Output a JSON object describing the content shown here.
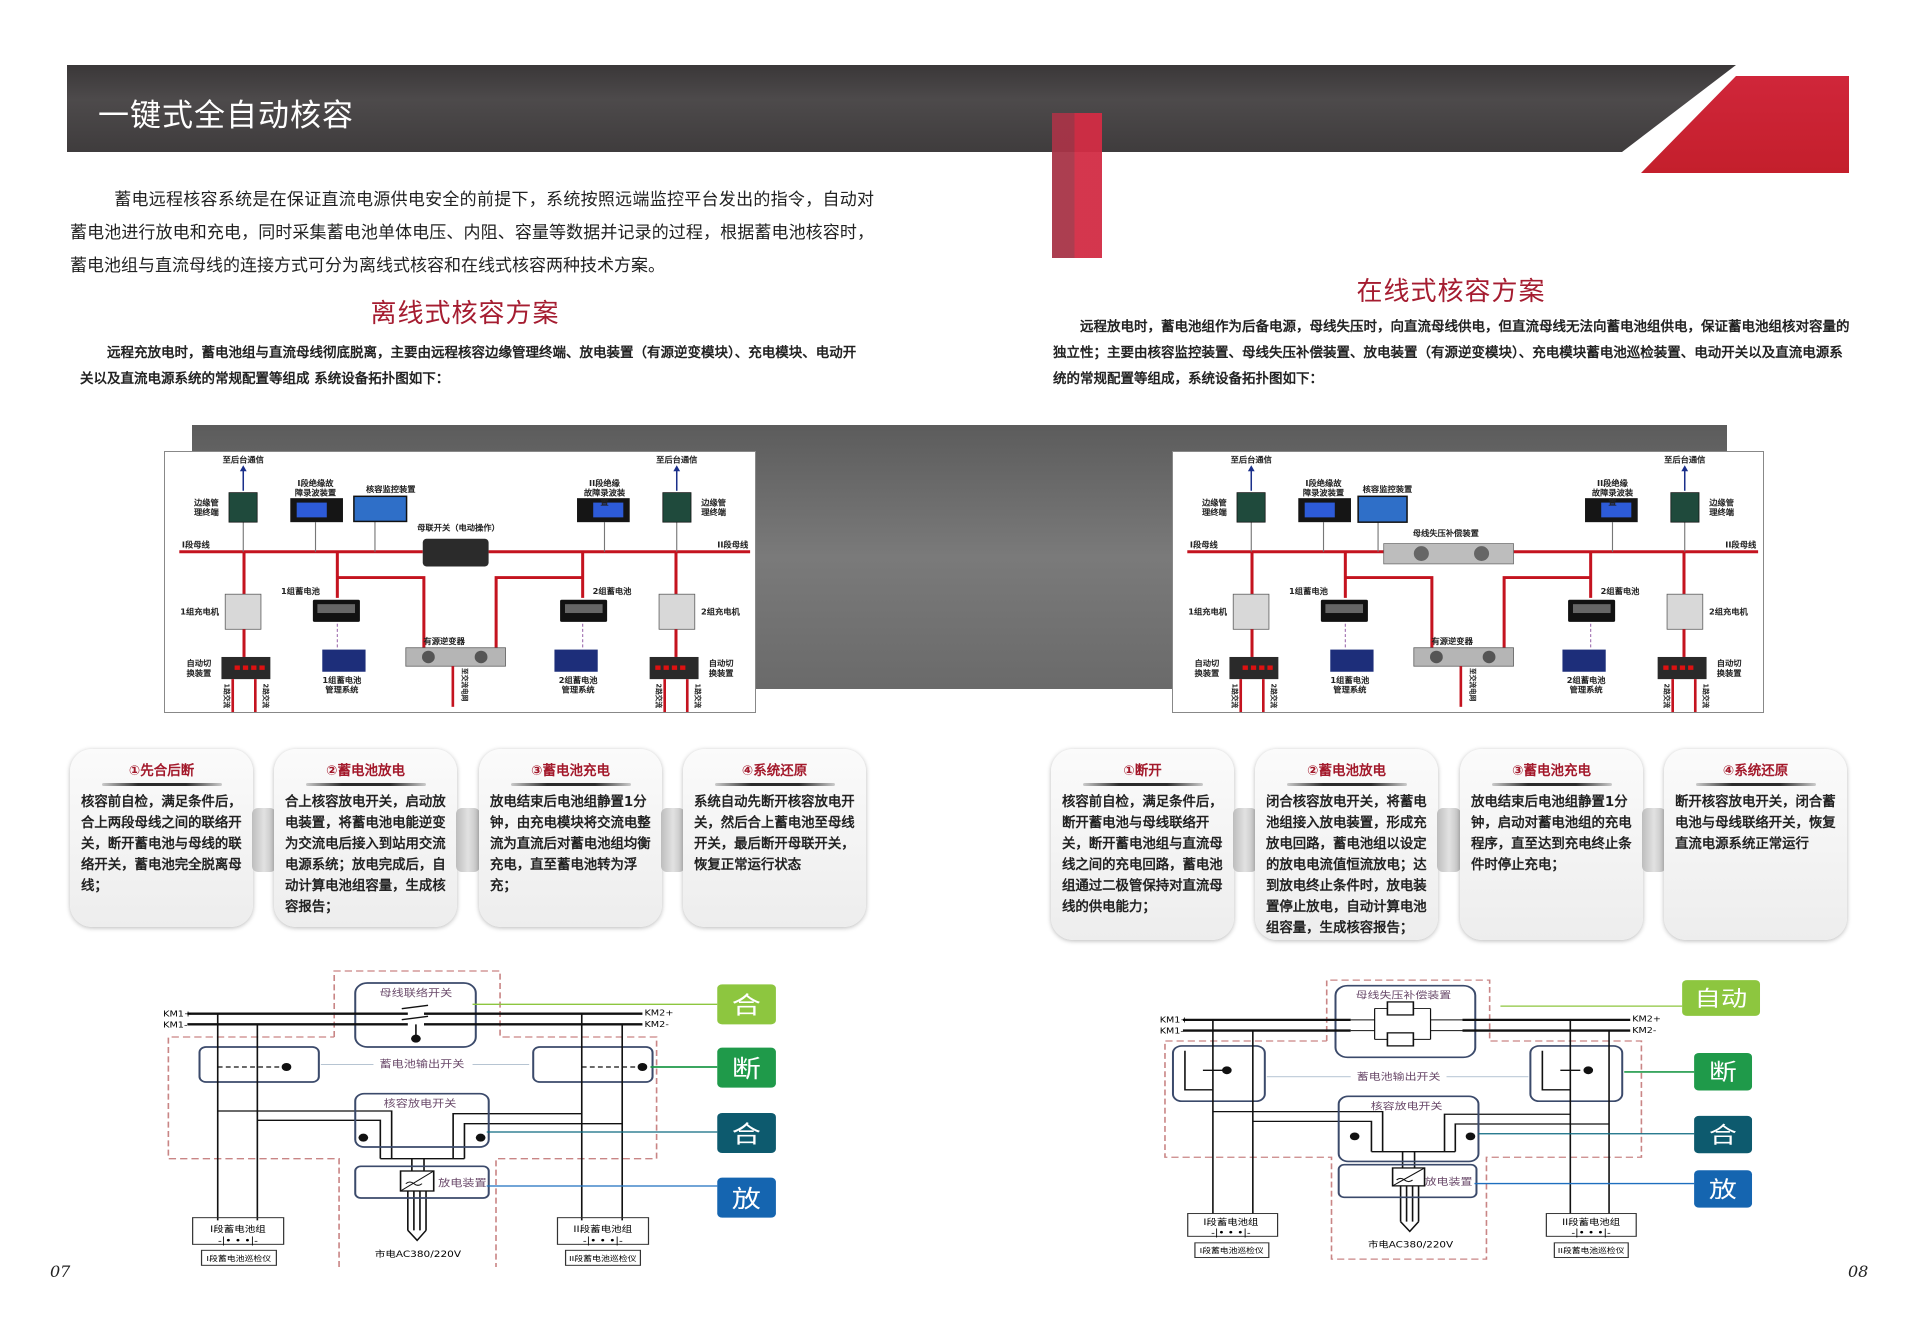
{
  "header": {
    "title": "一键式全自动核容"
  },
  "intro": "蓄电远程核容系统是在保证直流电源供电安全的前提下，系统按照远端监控平台发出的指令，自动对蓄电池进行放电和充电，同时采集蓄电池单体电压、内阻、容量等数据并记录的过程，根据蓄电池核容时，蓄电池组与直流母线的连接方式可分为离线式核容和在线式核容两种技术方案。",
  "offline": {
    "title": "离线式核容方案",
    "description": "远程充放电时，蓄电池组与直流母线彻底脱离，主要由远程核容边缘管理终端、放电装置（有源逆变模块）、充电模块、电动开关以及直流电源系统的常规配置等组成  系统设备拓扑图如下：",
    "steps": [
      {
        "title": "①先合后断",
        "body": "核容前自检，满足条件后，合上两段母线之间的联络开关，断开蓄电池与母线的联络开关，蓄电池完全脱离母线；"
      },
      {
        "title": "②蓄电池放电",
        "body": "合上核容放电开关，启动放电装置，将蓄电池电能逆变为交流电后接入到站用交流电源系统；放电完成后，自动计算电池组容量，生成核容报告；"
      },
      {
        "title": "③蓄电池充电",
        "body": "放电结束后电池组静置1分钟，由充电模块将交流电整流为直流后对蓄电池组均衡充电，直至蓄电池转为浮充；"
      },
      {
        "title": "④系统还原",
        "body": "系统自动先断开核容放电开关，然后合上蓄电池至母线开关，最后断开母联开关，恢复正常运行状态"
      }
    ]
  },
  "online": {
    "title": "在线式核容方案",
    "description": "远程放电时，蓄电池组作为后备电源，母线失压时，向直流母线供电，但直流母线无法向蓄电池组供电，保证蓄电池组核对容量的独立性；主要由核容监控装置、母线失压补偿装置、放电装置（有源逆变模块）、充电模块蓄电池巡检装置、电动开关以及直流电源系统的常规配置等组成，系统设备拓扑图如下：",
    "steps": [
      {
        "title": "①断开",
        "body": "核容前自检，满足条件后，断开蓄电池与母线联络开关，断开蓄电池组与直流母线之间的充电回路，蓄电池组通过二极管保持对直流母线的供电能力；"
      },
      {
        "title": "②蓄电池放电",
        "body": "闭合核容放电开关，将蓄电池组接入放电装置，形成充放电回路，蓄电池组以设定的放电电流值恒流放电；达到放电终止条件时，放电装置停止放电，自动计算电池组容量，生成核容报告；"
      },
      {
        "title": "③蓄电池充电",
        "body": "放电结束后电池组静置1分钟，启动对蓄电池组的充电程序，直至达到充电终止条件时停止充电；"
      },
      {
        "title": "④系统还原",
        "body": "断开核容放电开关，闭合蓄电池与母线联络开关，恢复直流电源系统正常运行"
      }
    ]
  },
  "topology": {
    "offline": {
      "backend": "至后台通信",
      "edge1": "边缘管理终端",
      "edge2": "边缘管理终端",
      "recorder1": "I段绝缘故障录波装置",
      "recorder2": "II段绝缘故障录波装置",
      "monitor": "核容监控装置",
      "center": "母联开关（电动操作）",
      "bus1": "I段母线",
      "bus2": "II段母线",
      "charger1": "1组充电机",
      "charger2": "2组充电机",
      "battery1": "1组蓄电池",
      "battery2": "2组蓄电池",
      "bms1": "1组蓄电池管理系统",
      "bms2": "2组蓄电池管理系统",
      "ats1": "自动切换装置",
      "ats2": "自动切换装置",
      "ac1a": "1路交流",
      "ac1b": "2路交流",
      "ac2a": "1路交流",
      "ac2b": "2路交流",
      "inverter": "有源逆变器",
      "grid": "至交流电网"
    },
    "online": {
      "backend": "至后台通信",
      "edge1": "边缘管理终端",
      "edge2": "边缘管理终端",
      "recorder1": "I段绝缘故障录波装置",
      "recorder2": "II段绝缘故障录波装置",
      "monitor": "核容监控装置",
      "center": "母线失压补偿装置",
      "bus1": "I段母线",
      "bus2": "II段母线",
      "charger1": "1组充电机",
      "charger2": "2组充电机",
      "battery1": "1组蓄电池",
      "battery2": "2组蓄电池",
      "bms1": "1组蓄电池管理系统",
      "bms2": "2组蓄电池管理系统",
      "ats1": "自动切换装置",
      "ats2": "自动切换装置",
      "ac1a": "1路交流",
      "ac1b": "2路交流",
      "ac2a": "1路交流",
      "ac2b": "2路交流",
      "inverter": "有源逆变器",
      "grid": "至交流电网"
    }
  },
  "circuit": {
    "offline": {
      "coupler": "母线联络开关",
      "km1p": "KM1+",
      "km1n": "KM1-",
      "km2p": "KM2+",
      "km2n": "KM2-",
      "out_switch": "蓄电池输出开关",
      "discharge_switch": "核容放电开关",
      "discharger": "放电装置",
      "mains": "市电AC380/220V",
      "bank1": "I段蓄电池组",
      "bank2": "II段蓄电池组",
      "inspector1": "I段蓄电池巡检仪",
      "inspector2": "II段蓄电池巡检仪",
      "buttons": [
        "合",
        "断",
        "合",
        "放"
      ]
    },
    "online": {
      "coupler": "母线失压补偿装置",
      "km1p": "KM1+",
      "km1n": "KM1-",
      "km2p": "KM2+",
      "km2n": "KM2-",
      "out_switch": "蓄电池输出开关",
      "discharge_switch": "核容放电开关",
      "discharger": "放电装置",
      "mains": "市电AC380/220V",
      "bank1": "I段蓄电池组",
      "bank2": "II段蓄电池组",
      "inspector1": "I段蓄电池巡检仪",
      "inspector2": "II段蓄电池巡检仪",
      "buttons": [
        "自动",
        "断",
        "合",
        "放"
      ]
    }
  },
  "page_numbers": {
    "left": "07",
    "right": "08"
  },
  "colors": {
    "brand_red": "#c8202e",
    "title_red": "#a51c30",
    "header_dark": "#4a4748",
    "btn1": "#8dc63f",
    "btn2": "#1f9a4a",
    "btn3": "#0d5a6e",
    "btn4": "#1565b0"
  }
}
